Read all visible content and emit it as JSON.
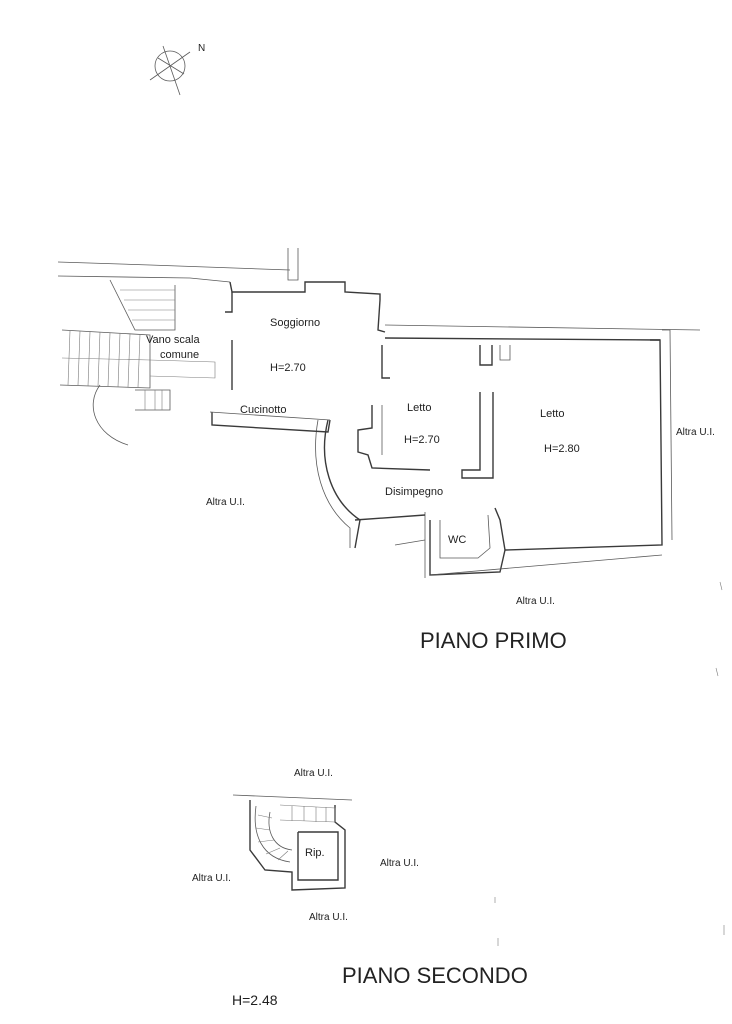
{
  "compass": {
    "north_label": "N"
  },
  "floor1": {
    "title": "PIANO PRIMO",
    "rooms": {
      "vano_scala_line1": "Vano scala",
      "vano_scala_line2": "comune",
      "soggiorno": "Soggiorno",
      "soggiorno_h": "H=2.70",
      "cucinotto": "Cucinotto",
      "letto1": "Letto",
      "letto1_h": "H=2.70",
      "letto2": "Letto",
      "letto2_h": "H=2.80",
      "disimpegno": "Disimpegno",
      "wc": "WC"
    },
    "neighbors": {
      "left": "Altra U.I.",
      "right": "Altra U.I.",
      "bottom": "Altra U.I."
    }
  },
  "floor2": {
    "title": "PIANO SECONDO",
    "height": "H=2.48",
    "rooms": {
      "rip": "Rip."
    },
    "neighbors": {
      "top": "Altra U.I.",
      "left": "Altra U.I.",
      "right": "Altra U.I.",
      "bottom": "Altra U.I."
    }
  }
}
